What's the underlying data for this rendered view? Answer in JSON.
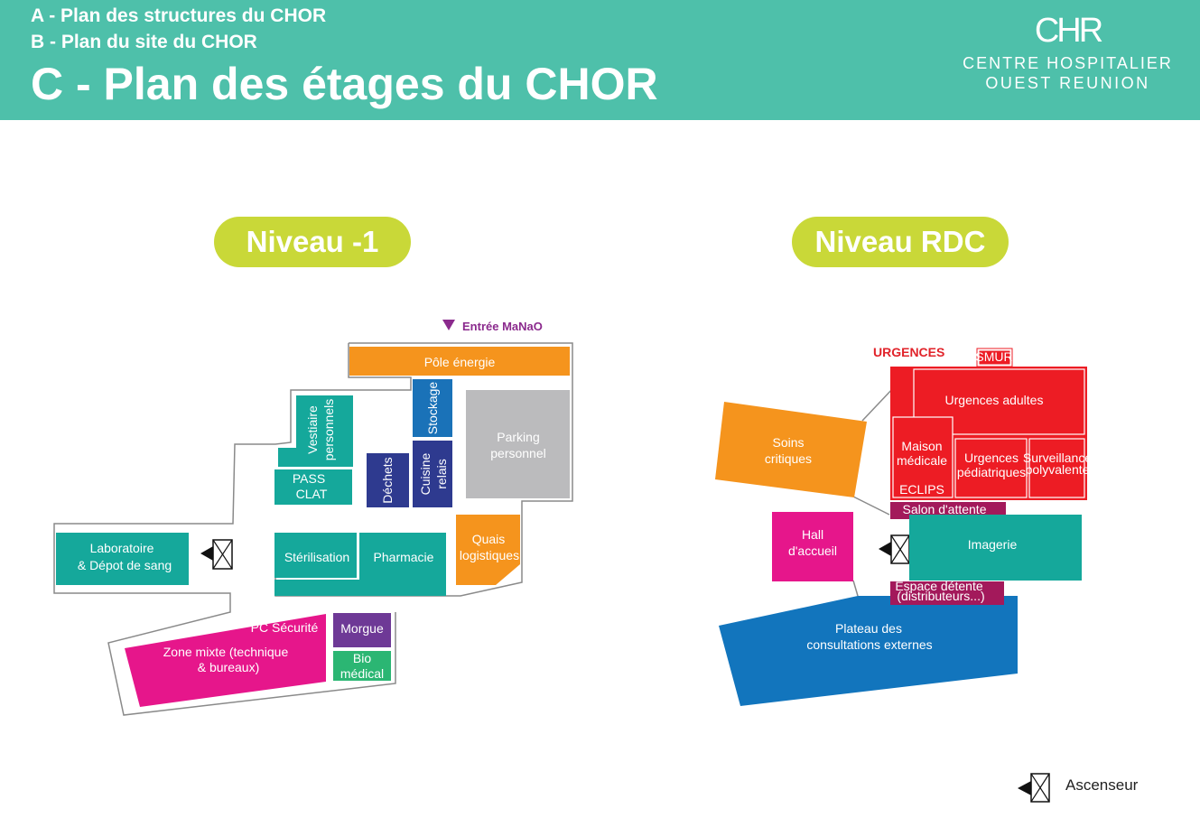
{
  "header": {
    "nav_a": "A - Plan des structures du CHOR",
    "nav_b": "B - Plan du site du CHOR",
    "title": "C - Plan des étages du CHOR",
    "logo_mark": "CHR",
    "logo_line1": "CENTRE HOSPITALIER",
    "logo_line2": "OUEST REUNION"
  },
  "levels": {
    "minus1": {
      "title": "Niveau -1",
      "entry_label": "Entrée MaNaO",
      "rooms": {
        "pole_energie": "Pôle énergie",
        "stockage": "Stockage",
        "parking_l1": "Parking",
        "parking_l2": "personnel",
        "vestiaire_l1": "Vestiaire",
        "vestiaire_l2": "personnels",
        "pass_l1": "PASS",
        "pass_l2": "CLAT",
        "dechets": "Déchets",
        "cuisine_l1": "Cuisine",
        "cuisine_l2": "relais",
        "quais_l1": "Quais",
        "quais_l2": "logistiques",
        "sterilisation": "Stérilisation",
        "pharmacie": "Pharmacie",
        "labo_l1": "Laboratoire",
        "labo_l2": "& Dépot de sang",
        "pc_securite": "PC Sécurité",
        "zone_l1": "Zone mixte (technique",
        "zone_l2": "& bureaux)",
        "morgue": "Morgue",
        "bio_l1": "Bio",
        "bio_l2": "médical"
      }
    },
    "rdc": {
      "title": "Niveau RDC",
      "urgences_label": "URGENCES",
      "rooms": {
        "smur": "SMUR",
        "urgences_adultes": "Urgences adultes",
        "maison_l1": "Maison",
        "maison_l2": "médicale",
        "eclips": "ECLIPS",
        "urg_ped_l1": "Urgences",
        "urg_ped_l2": "pédiatriques",
        "surv_l1": "Surveillance",
        "surv_l2": "polyvalente",
        "soins_l1": "Soins",
        "soins_l2": "critiques",
        "salon": "Salon d'attente",
        "hall_l1": "Hall",
        "hall_l2": "d'accueil",
        "imagerie": "Imagerie",
        "espace_l1": "Espace détente",
        "espace_l2": "(distributeurs...)",
        "plateau_l1": "Plateau des",
        "plateau_l2": "consultations externes"
      }
    }
  },
  "legend": {
    "ascenseur": "Ascenseur"
  },
  "colors": {
    "header": "#4ec0aa",
    "pill": "#c9d838",
    "teal": "#15a89b",
    "orange": "#f5941d",
    "blue": "#1a72b8",
    "navy": "#2e3a8f",
    "gray": "#bbbbbd",
    "magenta": "#e6168b",
    "purple": "#6e3996",
    "green": "#2bb673",
    "red": "#ed1c24",
    "maroon": "#a3195b",
    "plateau_blue": "#1275bd",
    "entry_purple": "#8b2a8d"
  }
}
